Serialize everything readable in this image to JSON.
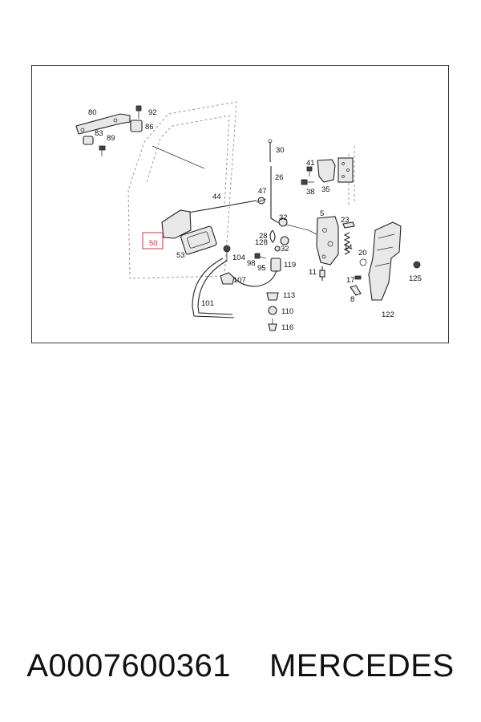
{
  "diagram": {
    "callouts": [
      {
        "id": "80",
        "label": "80"
      },
      {
        "id": "92",
        "label": "92"
      },
      {
        "id": "86",
        "label": "86"
      },
      {
        "id": "83",
        "label": "83"
      },
      {
        "id": "89",
        "label": "89"
      },
      {
        "id": "30",
        "label": "30"
      },
      {
        "id": "41",
        "label": "41"
      },
      {
        "id": "26",
        "label": "26"
      },
      {
        "id": "38",
        "label": "38"
      },
      {
        "id": "35",
        "label": "35"
      },
      {
        "id": "44",
        "label": "44"
      },
      {
        "id": "47",
        "label": "47"
      },
      {
        "id": "5",
        "label": "5"
      },
      {
        "id": "32a",
        "label": "32"
      },
      {
        "id": "23",
        "label": "23"
      },
      {
        "id": "28",
        "label": "28"
      },
      {
        "id": "128",
        "label": "128"
      },
      {
        "id": "32b",
        "label": "32"
      },
      {
        "id": "14",
        "label": "14"
      },
      {
        "id": "20",
        "label": "20"
      },
      {
        "id": "50",
        "label": "50"
      },
      {
        "id": "53",
        "label": "53"
      },
      {
        "id": "104",
        "label": "104"
      },
      {
        "id": "98",
        "label": "98"
      },
      {
        "id": "95",
        "label": "95"
      },
      {
        "id": "119",
        "label": "119"
      },
      {
        "id": "11",
        "label": "11"
      },
      {
        "id": "17",
        "label": "17"
      },
      {
        "id": "125",
        "label": "125"
      },
      {
        "id": "107",
        "label": "107"
      },
      {
        "id": "113",
        "label": "113"
      },
      {
        "id": "8",
        "label": "8"
      },
      {
        "id": "101",
        "label": "101"
      },
      {
        "id": "110",
        "label": "110"
      },
      {
        "id": "122",
        "label": "122"
      },
      {
        "id": "116",
        "label": "116"
      }
    ],
    "highlight_color": "#d9303b"
  },
  "caption": {
    "part_number": "A0007600361",
    "brand": "MERCEDES"
  }
}
